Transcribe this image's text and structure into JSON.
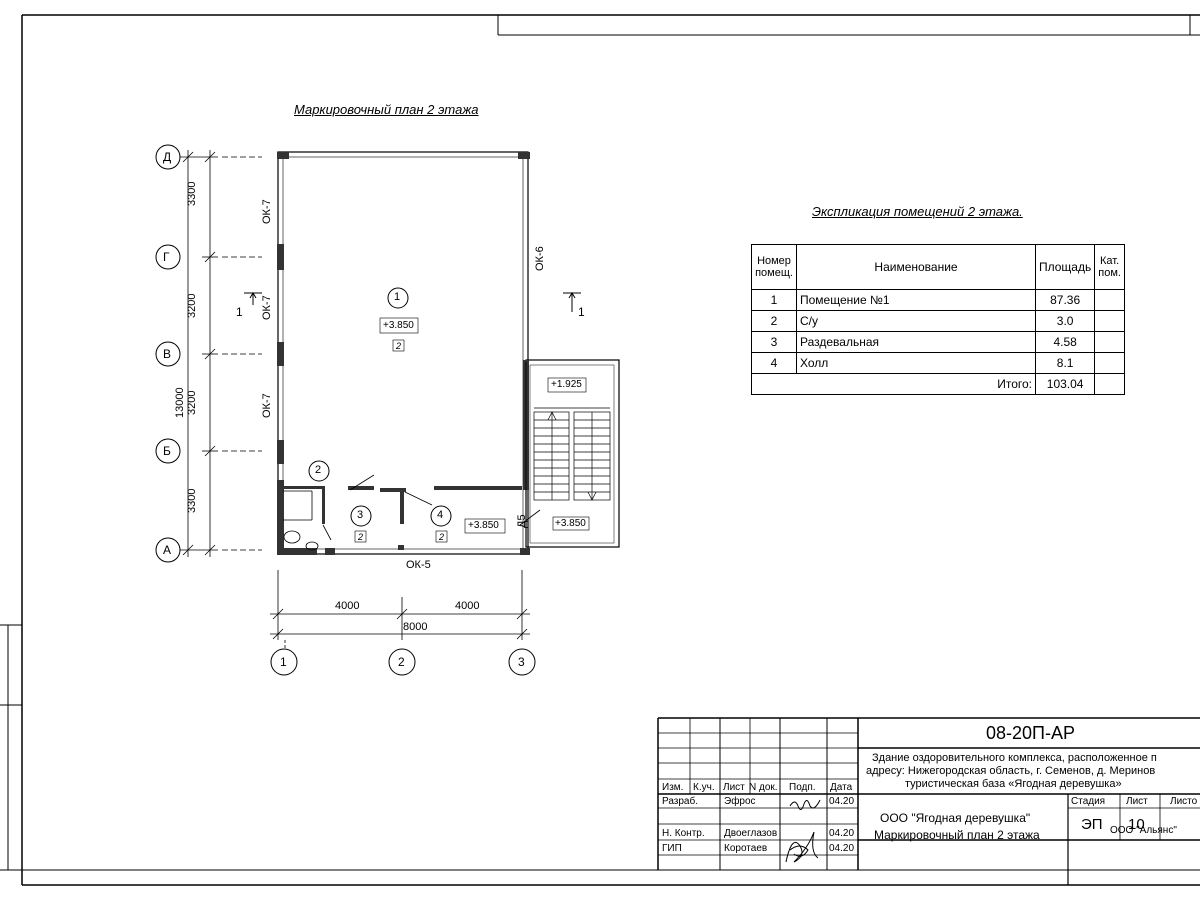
{
  "plan": {
    "title": "Маркировочный план 2 этажа",
    "axes_rows": [
      "Д",
      "Г",
      "В",
      "Б",
      "А"
    ],
    "axes_cols": [
      "1",
      "2",
      "3"
    ],
    "dims_vertical": [
      "3300",
      "3200",
      "3200",
      "3300"
    ],
    "dim_total_vertical": "13000",
    "dims_horizontal": [
      "4000",
      "4000"
    ],
    "dim_total_horizontal": "8000",
    "window_labels": {
      "ok7_a": "ОК-7",
      "ok7_b": "ОК-7",
      "ok7_c": "ОК-7",
      "ok6": "ОК-6",
      "ok5": "ОК-5",
      "d5": "Д5"
    },
    "section_left": "1",
    "section_right": "1",
    "rooms": [
      {
        "num": "1",
        "level": "+3.850",
        "cat": "2"
      },
      {
        "num": "2"
      },
      {
        "num": "3",
        "cat": "2"
      },
      {
        "num": "4",
        "cat": "2"
      }
    ],
    "levels": {
      "hall": "+3.850",
      "stair_top": "+1.925",
      "stair_bottom": "+3.850"
    }
  },
  "explication": {
    "title": "Экспликация помещений 2 этажа.",
    "headers": {
      "num": "Номер помещ.",
      "name": "Наименование",
      "area": "Площадь",
      "cat": "Кат. пом."
    },
    "rows": [
      {
        "num": "1",
        "name": "Помещение №1",
        "area": "87.36"
      },
      {
        "num": "2",
        "name": "С/у",
        "area": "3.0"
      },
      {
        "num": "3",
        "name": "Раздевальная",
        "area": "4.58"
      },
      {
        "num": "4",
        "name": "Холл",
        "area": "8.1"
      }
    ],
    "total_label": "Итого:",
    "total": "103.04"
  },
  "title_block": {
    "code": "08-20П-АР",
    "description_1": "Здание оздоровительного комплекса, расположенное п",
    "description_2": "адресу: Нижегородская область, г. Семенов, д. Меринов",
    "description_3": "туристическая база «Ягодная деревушка»",
    "col_headers": [
      "Изм.",
      "К.уч.",
      "Лист",
      "N док.",
      "Подп.",
      "Дата"
    ],
    "rows": [
      {
        "role": "Разраб.",
        "name": "Эфрос",
        "date": "04.20"
      },
      {
        "role": "Н. Контр.",
        "name": "Двоеглазов",
        "date": "04.20"
      },
      {
        "role": "ГИП",
        "name": "Коротаев",
        "date": "04.20"
      }
    ],
    "org_client": "ООО \"Ягодная деревушка\"",
    "stage_label": "Стадия",
    "sheet_label": "Лист",
    "sheets_label": "Листо",
    "stage": "ЭП",
    "sheet": "10",
    "drawing_name": "Маркировочный план 2 этажа",
    "org_designer": "ООО \"Альянс\""
  }
}
